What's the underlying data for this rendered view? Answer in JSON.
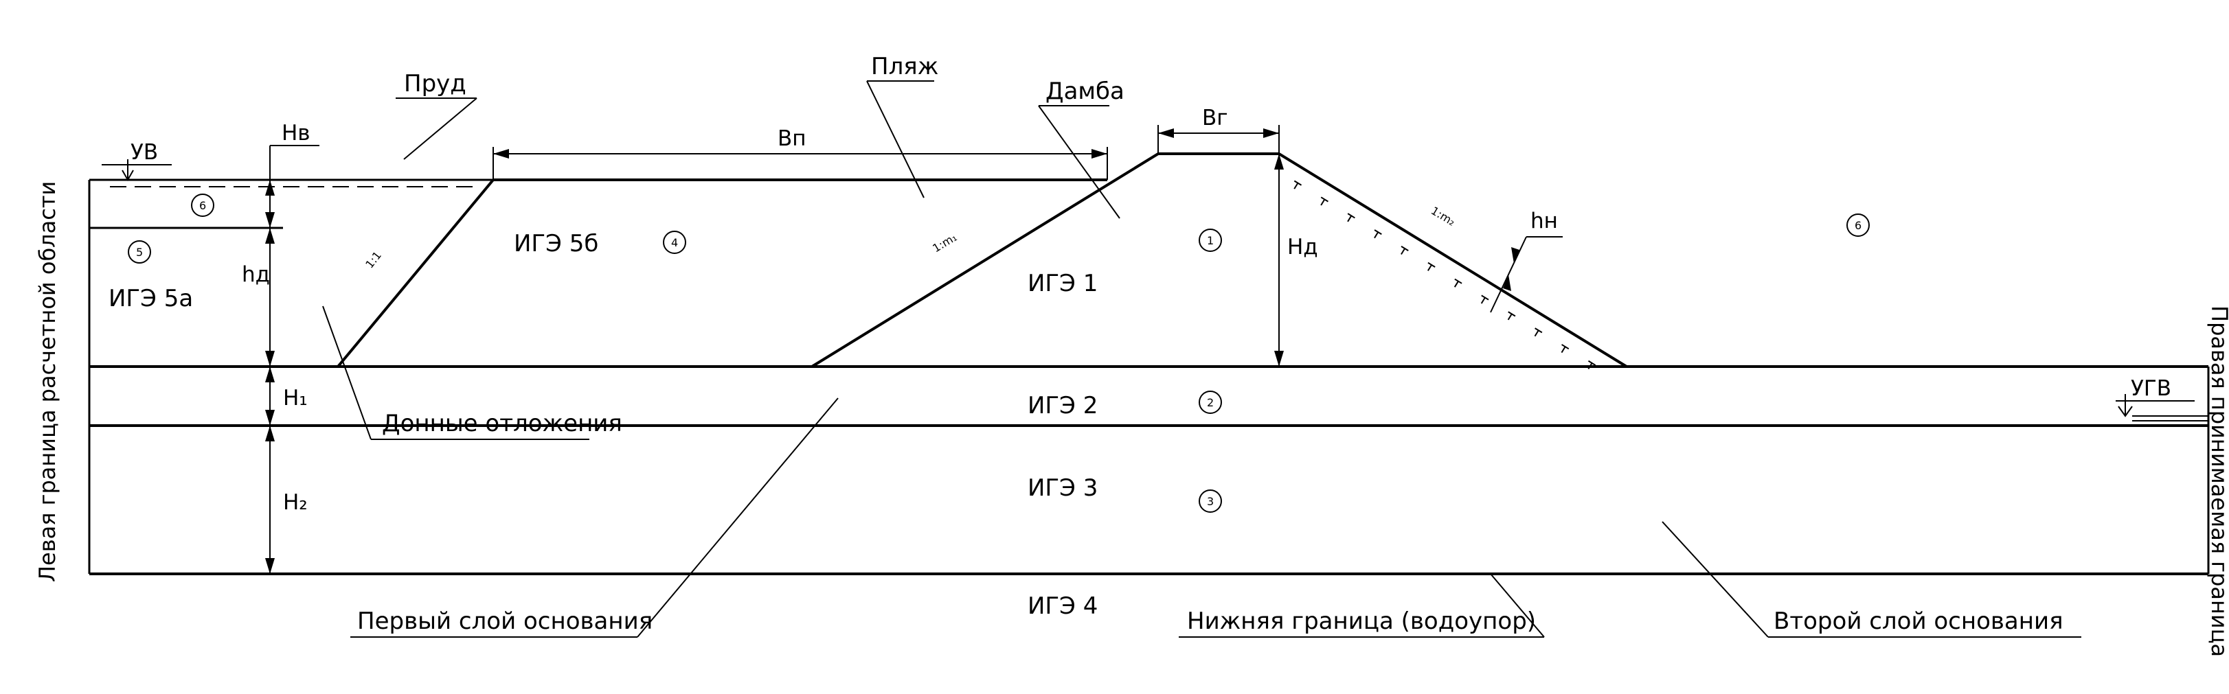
{
  "diagram": {
    "left_boundary_label": "Левая граница расчетной области",
    "right_boundary_label": "Правая принимаемая граница",
    "callouts": {
      "pond": "Пруд",
      "beach": "Пляж",
      "dam": "Дамба",
      "bottom_sediments": "Донные отложения",
      "first_base_layer": "Первый слой основания",
      "lower_boundary": "Нижняя граница (водоупор)",
      "second_base_layer": "Второй слой основания"
    },
    "water_level_labels": {
      "surface_water": "УВ",
      "ground_water": "УГВ"
    },
    "dimension_labels": {
      "Hv": "Hв",
      "hd": "hд",
      "H1": "H₁",
      "H2": "H₂",
      "Hd": "Hд",
      "Bp": "Bп",
      "Bg": "Bг",
      "hn": "hн"
    },
    "slope_labels": {
      "pond_slope": "1:1",
      "upstream_slope": "1:m₁",
      "downstream_slope": "1:m₂"
    },
    "zone_labels": {
      "ige5a": "ИГЭ 5а",
      "ige5b": "ИГЭ 5б",
      "ige1": "ИГЭ 1",
      "ige2": "ИГЭ 2",
      "ige3": "ИГЭ 3",
      "ige4": "ИГЭ 4"
    },
    "zone_numbers": {
      "n1": "1",
      "n2": "2",
      "n3": "3",
      "n4": "4",
      "n5": "5",
      "n6_pond": "6",
      "n6_right": "6"
    }
  }
}
